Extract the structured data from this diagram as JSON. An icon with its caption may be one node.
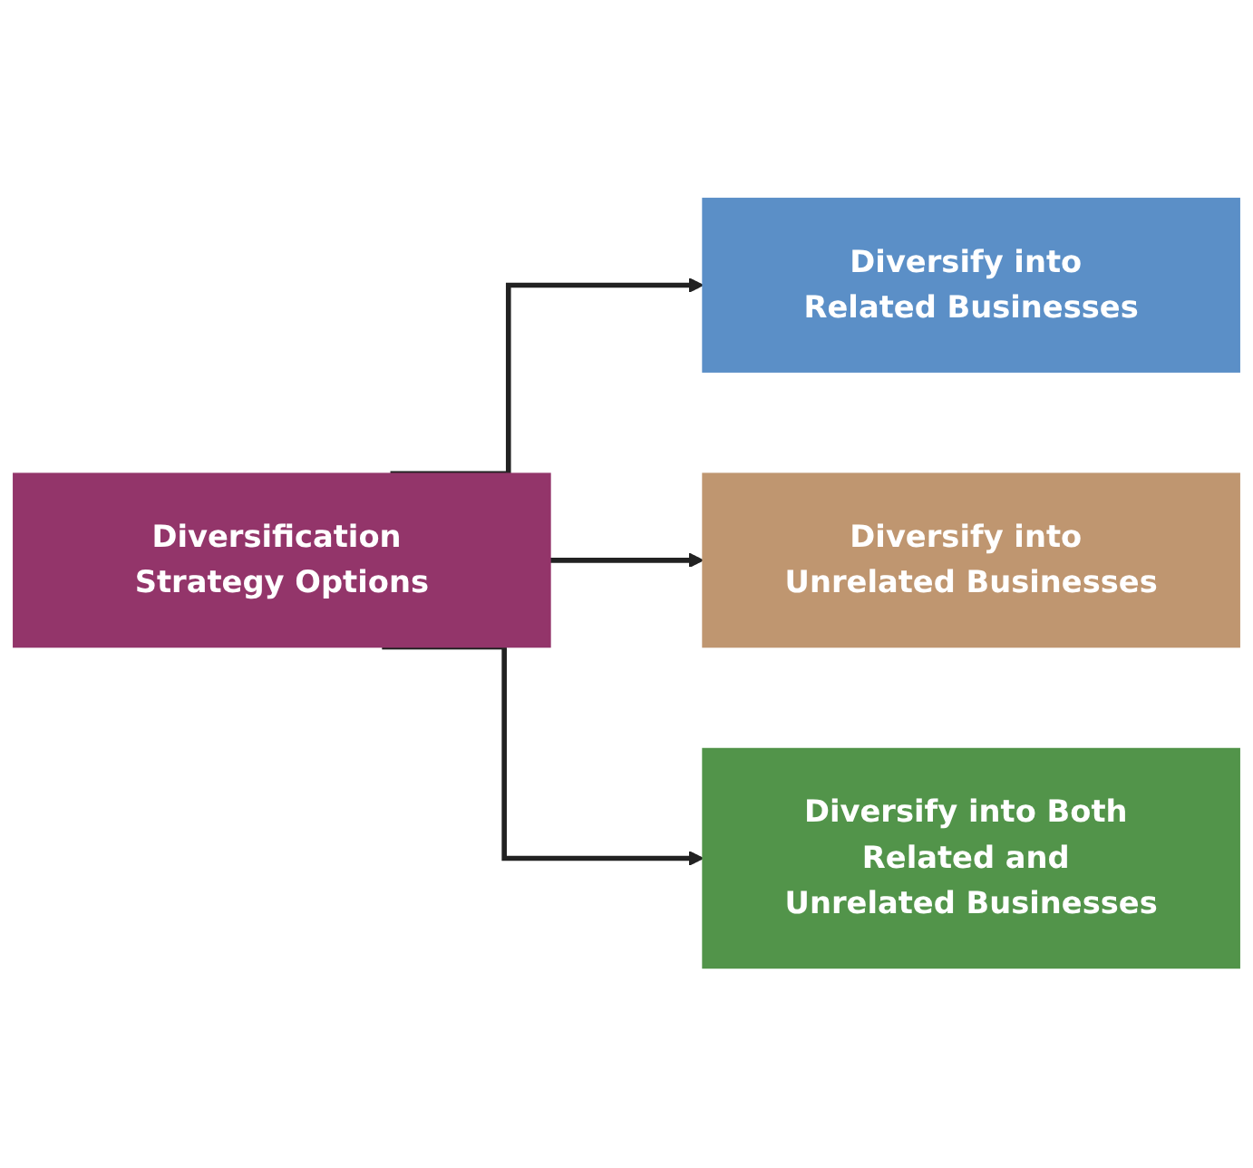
{
  "diagram": {
    "nodes": [
      {
        "text": [
          "Diversification Strategy Options"
        ]
      },
      {
        "text": [
          "Diversify into Related Businesses"
        ]
      },
      {
        "text": [
          "Diversify into Unrelated Businesses"
        ]
      },
      {
        "text": [
          "Diversify into Both Related and Unrelated Businesses"
        ]
      }
    ],
    "edges": [
      {
        "from": 0,
        "to": 1,
        "arrow": "to"
      },
      {
        "from": 0,
        "to": 2,
        "arrow": "to"
      },
      {
        "from": 0,
        "to": 3,
        "arrow": "to"
      }
    ]
  }
}
